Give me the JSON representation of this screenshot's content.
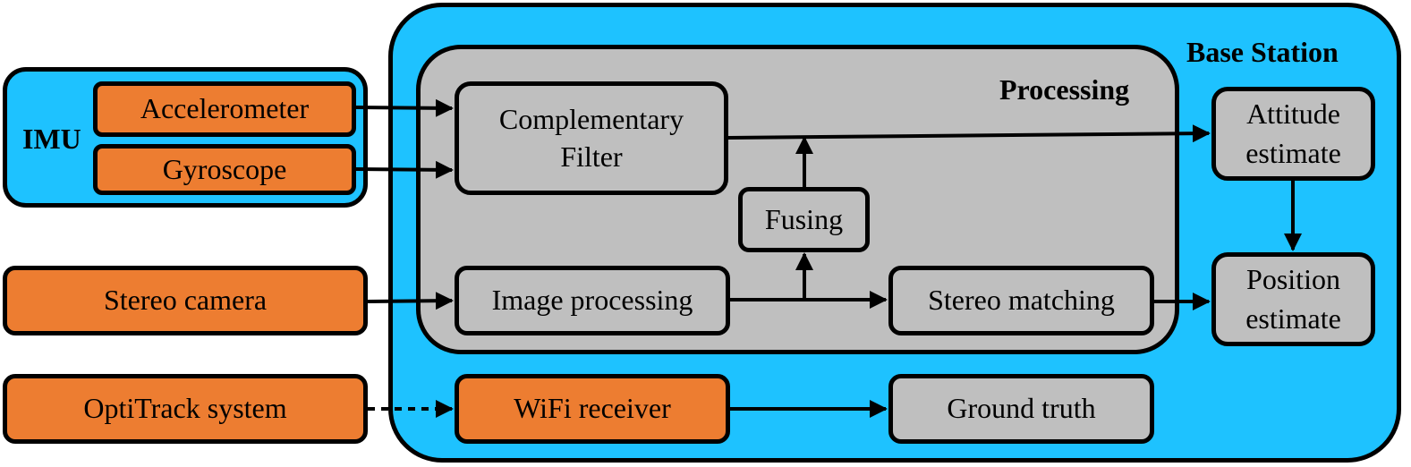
{
  "base_station": {
    "label": "Base Station"
  },
  "processing": {
    "label": "Processing"
  },
  "imu": {
    "label": "IMU"
  },
  "nodes": {
    "accelerometer": "Accelerometer",
    "gyroscope": "Gyroscope",
    "stereo_camera": "Stereo camera",
    "optitrack": "OptiTrack system",
    "complementary_filter": [
      "Complementary",
      "Filter"
    ],
    "fusing": "Fusing",
    "image_processing": "Image processing",
    "stereo_matching": "Stereo matching",
    "wifi_receiver": "WiFi receiver",
    "ground_truth": "Ground truth",
    "attitude_estimate": [
      "Attitude",
      "estimate"
    ],
    "position_estimate": [
      "Position",
      "estimate"
    ]
  },
  "colors": {
    "container_blue": "#1ec2ff",
    "sensor_orange": "#ed7d31",
    "process_gray": "#bfbfbf"
  }
}
